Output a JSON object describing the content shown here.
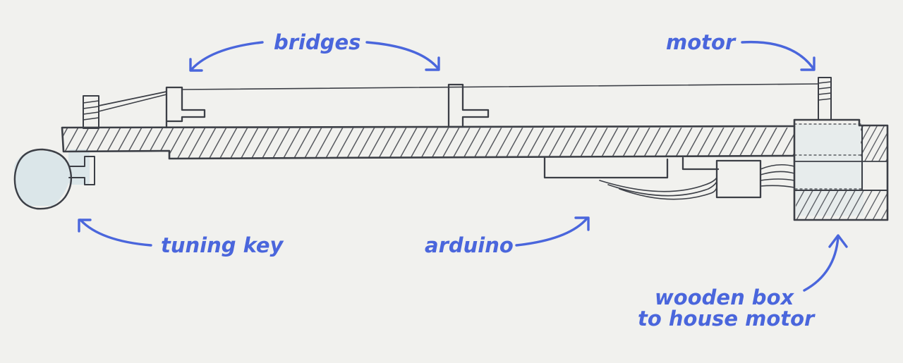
{
  "colors": {
    "paper": "#f1f1ee",
    "pencil": "#3c3f46",
    "annotation": "#4a66dc",
    "tint": "#c9dde6"
  },
  "labels": {
    "bridges": "bridges",
    "motor": "motor",
    "tuning_key": "tuning key",
    "arduino": "arduino",
    "box_line1": "wooden box",
    "box_line2": "to house motor"
  }
}
